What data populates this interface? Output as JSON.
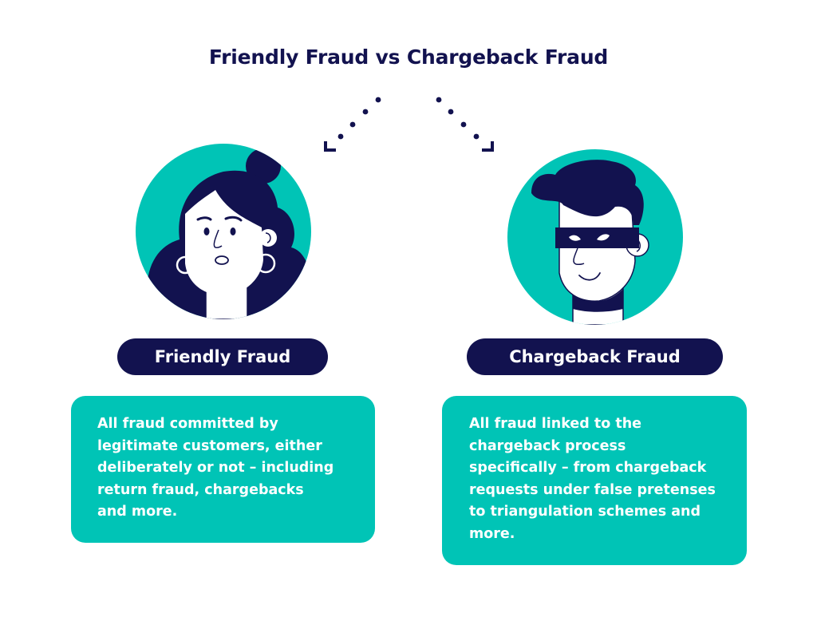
{
  "title": "Friendly Fraud vs Chargeback Fraud",
  "colors": {
    "navy": "#12124f",
    "teal": "#00c4b6",
    "white": "#ffffff"
  },
  "left": {
    "icon": "woman-avatar-icon",
    "label": "Friendly Fraud",
    "description_lines": [
      "All fraud committed by",
      "legitimate customers, either",
      "deliberately or not – including",
      "return fraud, chargebacks",
      "and more."
    ]
  },
  "right": {
    "icon": "masked-man-avatar-icon",
    "label": "Chargeback Fraud",
    "description_lines": [
      "All fraud linked to the",
      "chargeback process",
      "specifically – from chargeback",
      "requests under false pretenses",
      "to triangulation schemes and",
      "more."
    ]
  },
  "connectors": {
    "icon": "dotted-arrows-icon"
  }
}
